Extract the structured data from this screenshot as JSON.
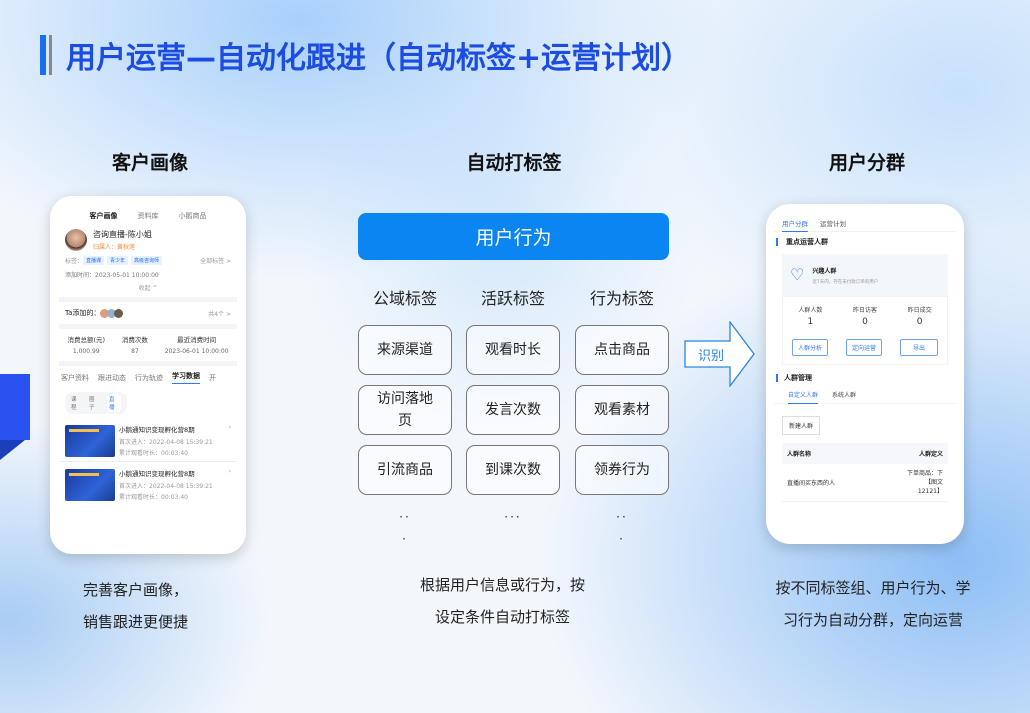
{
  "title": "用户运营—自动化跟进（自动标签+运营计划）",
  "sections": [
    {
      "heading": "客户画像",
      "caption": [
        "完善客户画像，",
        "销售跟进更便捷"
      ]
    },
    {
      "heading": "自动打标签",
      "caption": [
        "根据用户信息或行为，按",
        "设定条件自动打标签"
      ]
    },
    {
      "heading": "用户分群",
      "caption": [
        "按不同标签组、用户行为、学",
        "习行为自动分群，定向运营"
      ]
    }
  ],
  "customer_profile_phone": {
    "tabs": [
      "客户画像",
      "资料库",
      "小鹅商品"
    ],
    "name": "咨询直播-陈小姐",
    "owner": "归属人：黄秋莲",
    "tags_label": "标签：",
    "tags": [
      "直播课",
      "青少年",
      "高级咨询师"
    ],
    "all_tags": "全部标签 >",
    "added_time": "添加时间：2023-05-01 10:00:00",
    "collapse": "收起 ^",
    "ta_added_label": "Ta添加的：",
    "ta_added_count": "共4个 >",
    "stats": [
      {
        "label": "消费总额(元)",
        "value": "1,000.99"
      },
      {
        "label": "消费次数",
        "value": "87"
      },
      {
        "label": "最近消费时间",
        "value": "2023-06-01 10:00:00"
      }
    ],
    "subtabs": [
      "客户资料",
      "跟进动态",
      "行为轨迹",
      "学习数据",
      "开"
    ],
    "active_subtab": "学习数据",
    "filters": [
      "课程",
      "圈子",
      "直播"
    ],
    "active_filter": "直播",
    "items": [
      {
        "title": "小鹅通知识变现孵化营8期",
        "first_enter": "首次进入：2022-04-08 15:39:21",
        "watch_time": "累计观看时长：00:03:40"
      },
      {
        "title": "小鹅通知识变现孵化营8期",
        "first_enter": "首次进入：2022-04-08 15:39:21",
        "watch_time": "累计观看时长：00:03:40"
      }
    ]
  },
  "auto_tag": {
    "banner": "用户行为",
    "columns": [
      {
        "header": "公域标签",
        "tags": [
          "来源渠道",
          "访问落地页",
          "引流商品"
        ],
        "more": "··\n·"
      },
      {
        "header": "活跃标签",
        "tags": [
          "观看时长",
          "发言次数",
          "到课次数"
        ],
        "more": "···"
      },
      {
        "header": "行为标签",
        "tags": [
          "点击商品",
          "观看素材",
          "领券行为"
        ],
        "more": "··\n·"
      }
    ],
    "arrow_label": "识别"
  },
  "segment_phone": {
    "tabs": [
      "用户分群",
      "运营计划"
    ],
    "active_tab": "用户分群",
    "key_section": "重点运营人群",
    "group_name": "兴趣人群",
    "group_desc": "近7天内，存在未付款订单的用户",
    "stats": [
      {
        "label": "人群人数",
        "value": "1"
      },
      {
        "label": "昨日访客",
        "value": "0"
      },
      {
        "label": "昨日成交",
        "value": "0"
      }
    ],
    "buttons": [
      "人群分析",
      "定向运营",
      "导出"
    ],
    "manage_section": "人群管理",
    "manage_tabs": [
      "自定义人群",
      "系统人群"
    ],
    "new_button": "新建人群",
    "table_headers": [
      "人群名称",
      "人群定义"
    ],
    "table_rows": [
      {
        "name": "直播间买东西的人",
        "definition": "下单商品：下【图文 12121】"
      }
    ]
  },
  "colors": {
    "title": "#1d4de0",
    "banner": "#0b85f2",
    "accent": "#1a6ef2"
  }
}
